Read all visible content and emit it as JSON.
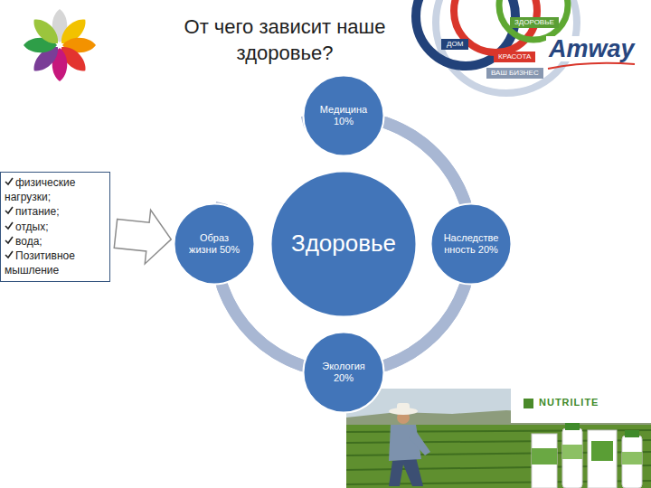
{
  "diagram": {
    "title": "От чего зависит наше здоровье?",
    "nodes": [
      {
        "text": [
          "Медицина 10%"
        ]
      },
      {
        "text": [
          "физические нагрузки;",
          "питание;",
          "отдых;",
          "вода;",
          "Позитивное мышление"
        ]
      },
      {
        "text": [
          "Образ жизни 50%"
        ]
      },
      {
        "text": [
          "Здоровье"
        ]
      },
      {
        "text": [
          "Наследственность 20%"
        ]
      },
      {
        "text": [
          "Экология 20%"
        ]
      }
    ],
    "edges": [
      {
        "from": 1,
        "to": 2,
        "arrow": "to"
      },
      {
        "from": 0,
        "to": 4,
        "arrow": "none"
      },
      {
        "from": 4,
        "to": 5,
        "arrow": "none"
      },
      {
        "from": 5,
        "to": 2,
        "arrow": "none"
      },
      {
        "from": 2,
        "to": 0,
        "arrow": "none"
      }
    ],
    "labels": [
      "ЗДОРОВЬЕ",
      "ДОМ",
      "КРАСОТА",
      "ВАШ БИЗНЕС",
      "Amway",
      "NUTRILITE"
    ]
  }
}
